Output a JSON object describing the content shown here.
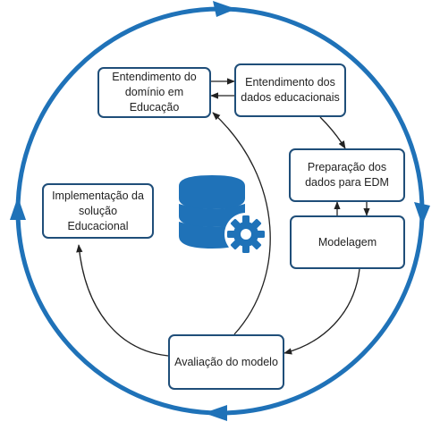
{
  "colors": {
    "cycle": "#1f72b8",
    "box_border": "#1f4e79",
    "icon": "#1f72b8",
    "arrow": "#222222"
  },
  "icon": {
    "name": "database-gear-icon"
  },
  "nodes": {
    "domain": "Entendimento do domínio em Educação",
    "data": "Entendimento dos dados educacionais",
    "prep": "Preparação dos dados para EDM",
    "model": "Modelagem",
    "eval": "Avaliação do modelo",
    "impl": "Implementação da solução Educacional"
  }
}
